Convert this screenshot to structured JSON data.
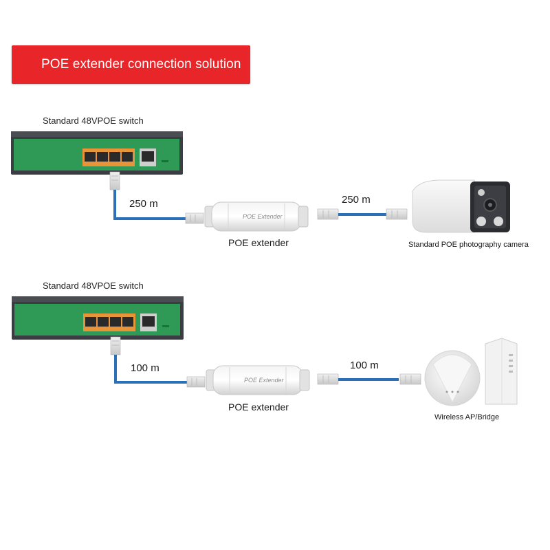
{
  "title": "POE extender connection solution",
  "rows": [
    {
      "switch_label": "Standard 48VPOE switch",
      "distance_left": "250 m",
      "distance_right": "250 m",
      "extender_label": "POE extender",
      "extender_printed": "POE Extender",
      "device_label": "Standard POE photography camera"
    },
    {
      "switch_label": "Standard 48VPOE switch",
      "distance_left": "100 m",
      "distance_right": "100 m",
      "extender_label": "POE extender",
      "extender_printed": "POE Extender",
      "device_label": "Wireless AP/Bridge"
    }
  ],
  "colors": {
    "banner": "#e8262a",
    "switch_face": "#2e9a56",
    "switch_body": "#3a3d42",
    "cable": "#2a70b8",
    "port_orange": "#e8943a"
  },
  "icons": [
    "poe-switch-icon",
    "rj45-connector-icon",
    "poe-extender-icon",
    "bullet-camera-icon",
    "ceiling-ap-icon",
    "outdoor-bridge-icon"
  ]
}
